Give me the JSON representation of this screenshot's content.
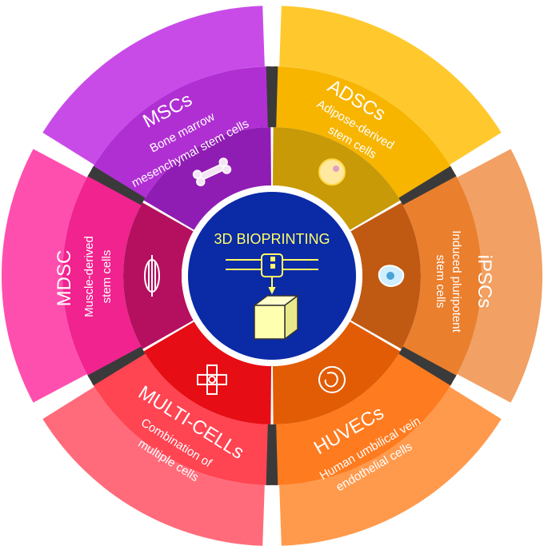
{
  "center": {
    "title": "3D BIOPRINTING",
    "fill": "#0b2aa6",
    "text_color": "#ffff66"
  },
  "segments": [
    {
      "key": "mscs",
      "title": "MSCs",
      "subtitle_lines": [
        "Bone marrow",
        "mesenchymal stem cells"
      ],
      "outer_color": "#c84be8",
      "middle_color": "#b02fd3",
      "inner_color": "#8f1db3",
      "icon": "bone-icon"
    },
    {
      "key": "adscs",
      "title": "ADSCs",
      "subtitle_lines": [
        "Adipose-derived",
        "stem cells"
      ],
      "outer_color": "#ffc92e",
      "middle_color": "#f7b500",
      "inner_color": "#c89a07",
      "icon": "fat-cell-icon"
    },
    {
      "key": "ipscs",
      "title": "iPSCs",
      "subtitle_lines": [
        "Induced pluripotent",
        "stem cells"
      ],
      "outer_color": "#f2a063",
      "middle_color": "#ea7f2e",
      "inner_color": "#c05a12",
      "icon": "stem-cell-icon"
    },
    {
      "key": "huvecs",
      "title": "HUVECs",
      "subtitle_lines": [
        "Human umbilical vein",
        "endothelial cells"
      ],
      "outer_color": "#ff9a4d",
      "middle_color": "#ff7b1f",
      "inner_color": "#e25c05",
      "icon": "embryo-icon"
    },
    {
      "key": "multicells",
      "title": "MULTI-CELLs",
      "subtitle_lines": [
        "Combination of",
        "multiple cells"
      ],
      "outer_color": "#ff6b7a",
      "middle_color": "#ff4452",
      "inner_color": "#e60d14",
      "icon": "puzzle-icon"
    },
    {
      "key": "mdsc",
      "title": "MDSC",
      "subtitle_lines": [
        "Muscle-derived",
        "stem cells"
      ],
      "outer_color": "#ff4fae",
      "middle_color": "#f0238f",
      "inner_color": "#b5105f",
      "icon": "muscle-icon"
    }
  ],
  "divider_color": "#3a3a3a"
}
